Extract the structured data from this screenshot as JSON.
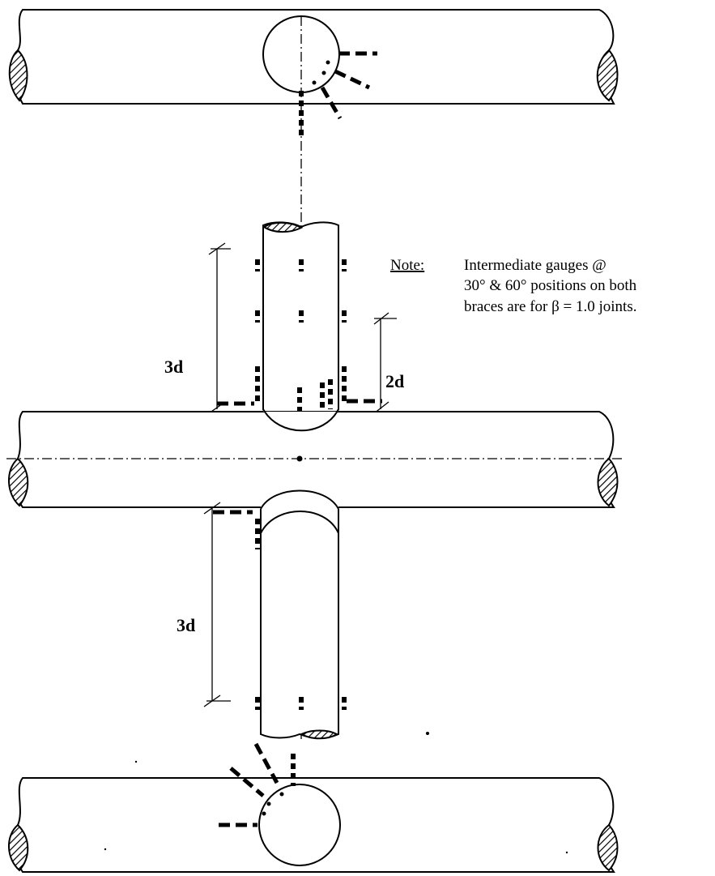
{
  "labels": {
    "top_brace_length": "3d",
    "chord_offset": "2d",
    "bottom_brace_length": "3d"
  },
  "note": {
    "title": "Note:",
    "line1": "Intermediate gauges @",
    "line2": "30° & 60° positions on both",
    "line3": "braces are for β = 1.0 joints."
  }
}
